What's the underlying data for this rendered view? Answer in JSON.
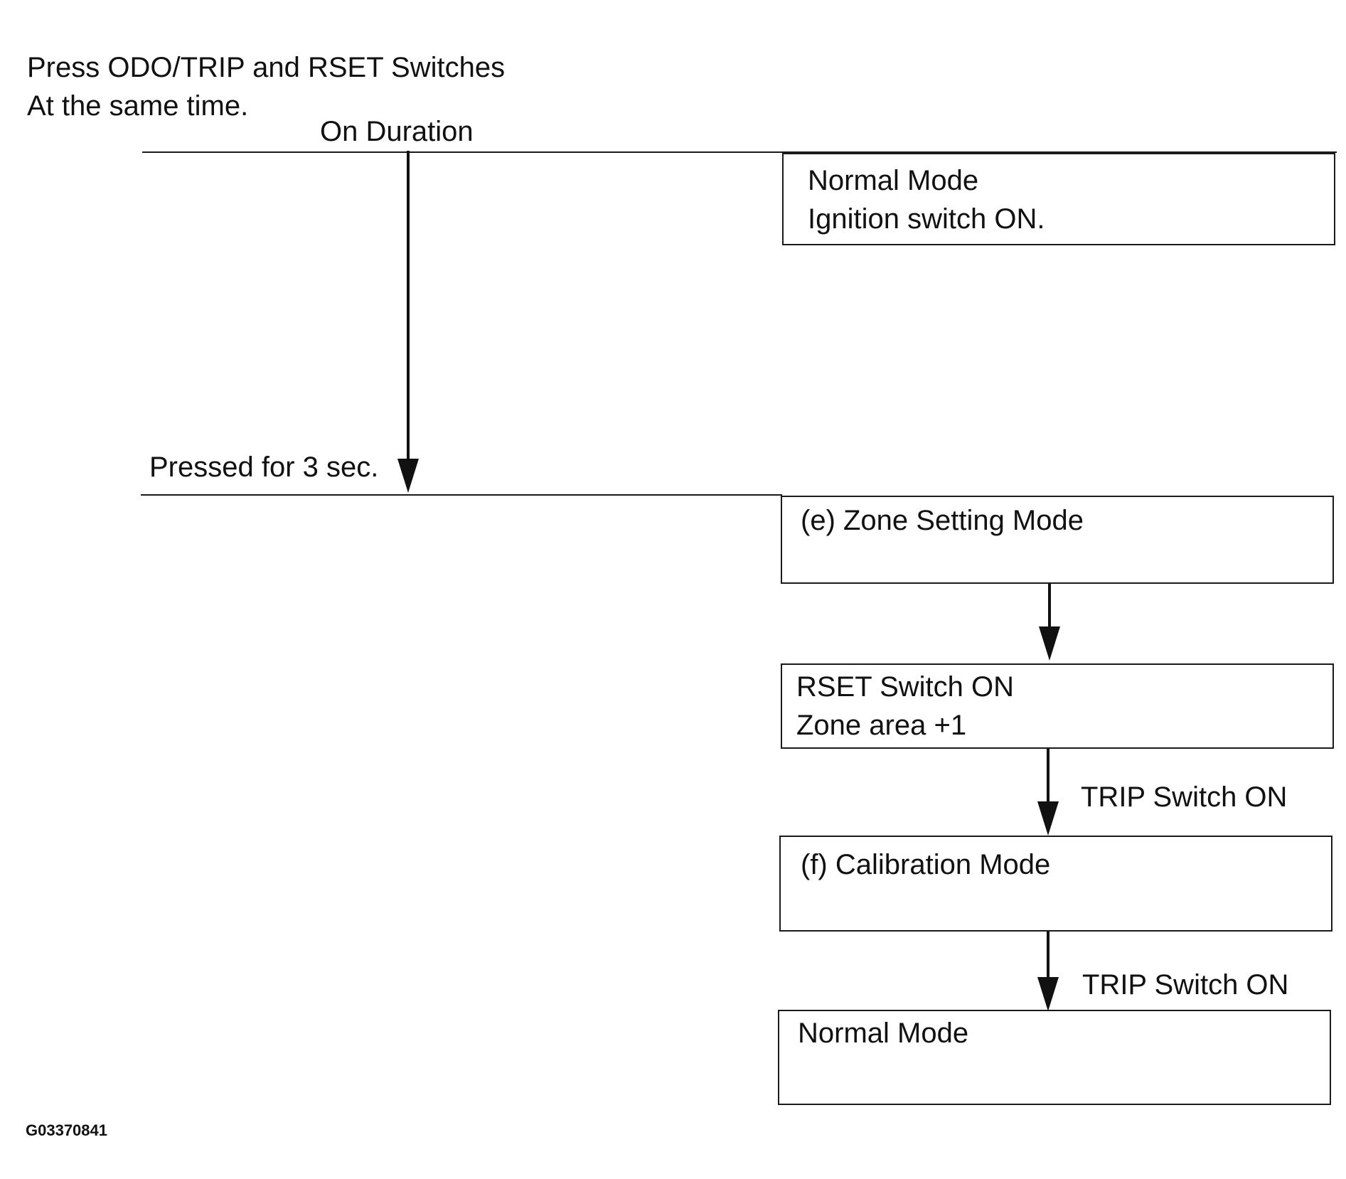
{
  "header": {
    "line1": "Press ODO/TRIP and RSET Switches",
    "line2": "At the same time."
  },
  "timeline": {
    "on_duration": "On Duration",
    "pressed": "Pressed for 3 sec."
  },
  "boxes": [
    {
      "line1": "Normal Mode",
      "line2": "Ignition switch ON."
    },
    {
      "line1": "(e) Zone Setting Mode",
      "line2": ""
    },
    {
      "line1": "RSET Switch ON",
      "line2": "Zone area +1"
    },
    {
      "line1": "(f) Calibration Mode",
      "line2": ""
    },
    {
      "line1": "Normal Mode",
      "line2": ""
    }
  ],
  "transitions": [
    {
      "label": ""
    },
    {
      "label": "TRIP Switch ON"
    },
    {
      "label": "TRIP Switch ON"
    }
  ],
  "figure_id": "G03370841"
}
